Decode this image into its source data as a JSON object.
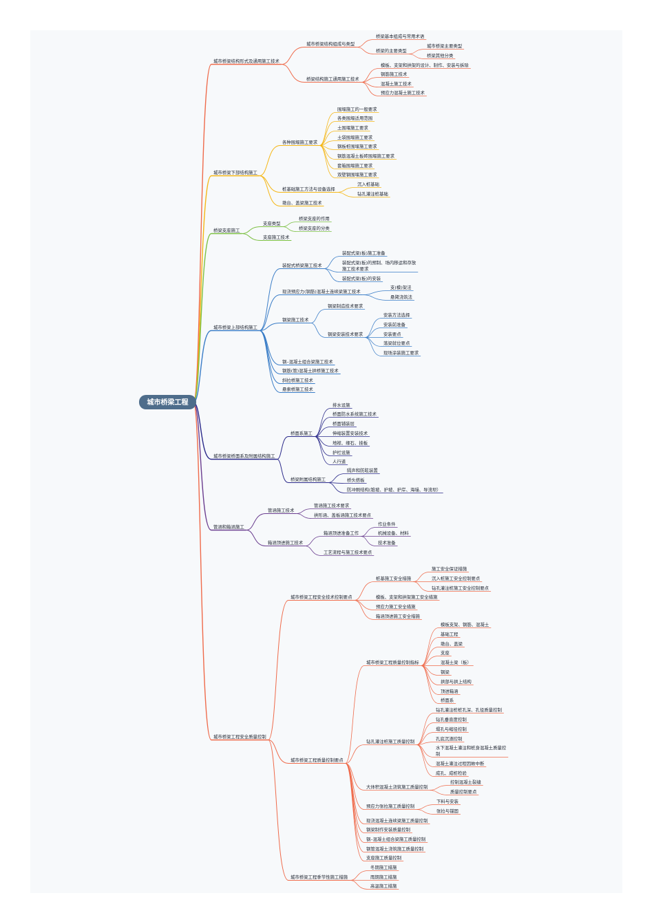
{
  "root": "城市桥梁工程",
  "colors": {
    "root_bg": "#4e6d8b",
    "branches": [
      "#ef6a4a",
      "#f5b614",
      "#7cc043",
      "#3a7dc7",
      "#2b2a8a",
      "#6a3d8f",
      "#ef6a4a"
    ]
  },
  "branches": [
    {
      "label": "城市桥梁结构形式及通用施工技术",
      "children": [
        {
          "label": "城市桥梁结构组成与类型",
          "children": [
            {
              "label": "桥梁基本组成与常用术语"
            },
            {
              "label": "桥梁的主要类型",
              "children": [
                {
                  "label": "城市桥梁主要类型"
                },
                {
                  "label": "桥梁其他分类"
                }
              ]
            }
          ]
        },
        {
          "label": "桥梁结构施工通用施工技术",
          "children": [
            {
              "label": "模板、支架和拱架的设计、制作、安装与拆除"
            },
            {
              "label": "钢筋施工技术"
            },
            {
              "label": "混凝土施工技术"
            },
            {
              "label": "预应力混凝土施工技术"
            }
          ]
        }
      ]
    },
    {
      "label": "城市桥梁下部结构施工",
      "children": [
        {
          "label": "各种围堰施工要求",
          "children": [
            {
              "label": "围堰施工的一般要求"
            },
            {
              "label": "各类围堰适用范围"
            },
            {
              "label": "土围堰施工要求"
            },
            {
              "label": "土袋围堰施工要求"
            },
            {
              "label": "钢板桩围堰施工要求"
            },
            {
              "label": "钢筋混凝土板砖围堰施工要求"
            },
            {
              "label": "套箱围堰施工要求"
            },
            {
              "label": "双壁钢围堰施工要求"
            }
          ]
        },
        {
          "label": "桩基础施工方法与设备选择",
          "children": [
            {
              "label": "沉入桩基础"
            },
            {
              "label": "钻孔灌注桩基础"
            }
          ]
        },
        {
          "label": "墩台、盖梁施工技术"
        }
      ]
    },
    {
      "label": "桥梁支座施工",
      "children": [
        {
          "label": "支座类型",
          "children": [
            {
              "label": "桥梁支座的作用"
            },
            {
              "label": "桥梁支座的分类"
            }
          ]
        },
        {
          "label": "支座施工技术"
        }
      ]
    },
    {
      "label": "城市桥梁上部结构施工",
      "children": [
        {
          "label": "装配式桥梁施工技术",
          "children": [
            {
              "label": "装配式梁(板)施工准备"
            },
            {
              "label": "装配式梁(板)的预制、场内移运和存放施工技术要求"
            },
            {
              "label": "装配式梁(板)的安装"
            }
          ]
        },
        {
          "label": "现浇预应力(钢筋)混凝土连续梁施工技术",
          "children": [
            {
              "label": "支(模)架法"
            },
            {
              "label": "悬臂浇筑法"
            }
          ]
        },
        {
          "label": "钢梁施工技术",
          "children": [
            {
              "label": "钢梁制造技术要求"
            },
            {
              "label": "钢梁安装技术要求",
              "children": [
                {
                  "label": "安装方法选择"
                },
                {
                  "label": "安装前准备"
                },
                {
                  "label": "安装要点"
                },
                {
                  "label": "落梁就位要点"
                },
                {
                  "label": "现场涂装施工要求"
                }
              ]
            }
          ]
        },
        {
          "label": "钢–混凝土组合梁施工技术"
        },
        {
          "label": "钢筋(管)混凝土拱桥施工技术"
        },
        {
          "label": "斜拉桥施工技术"
        },
        {
          "label": "悬索桥施工技术"
        }
      ]
    },
    {
      "label": "城市桥梁桥面系及附属结构施工",
      "children": [
        {
          "label": "桥面系施工",
          "children": [
            {
              "label": "排水设施"
            },
            {
              "label": "桥面防水系统施工技术"
            },
            {
              "label": "桥面铺装层"
            },
            {
              "label": "伸缩装置安装技术"
            },
            {
              "label": "地袱、缘石、挂板"
            },
            {
              "label": "护栏设施"
            },
            {
              "label": "人行道"
            }
          ]
        },
        {
          "label": "桥梁附属结构施工",
          "children": [
            {
              "label": "隔声和防眩装置"
            },
            {
              "label": "桥头搭板"
            },
            {
              "label": "防冲刷结构(锥坡、护坡、护岸、海墁、导流坝）"
            }
          ]
        }
      ]
    },
    {
      "label": "管涵和箱涵施工",
      "children": [
        {
          "label": "管涵施工技术",
          "children": [
            {
              "label": "管涵施工技术要求"
            },
            {
              "label": "拱形涵、盖板涵施工技术要点"
            }
          ]
        },
        {
          "label": "箱涵顶进施工技术",
          "children": [
            {
              "label": "箱涵顶进准备工作",
              "children": [
                {
                  "label": "作业条件"
                },
                {
                  "label": "机械设备、材料"
                },
                {
                  "label": "技术准备"
                }
              ]
            },
            {
              "label": "工艺流程与施工技术要点"
            }
          ]
        }
      ]
    },
    {
      "label": "城市桥梁工程安全质量控制",
      "children": [
        {
          "label": "城市桥梁工程安全技术控制要点",
          "children": [
            {
              "label": "桩基施工安全措施",
              "children": [
                {
                  "label": "施工安全保证措施"
                },
                {
                  "label": "沉入桩施工安全控制要点"
                },
                {
                  "label": "钻孔灌注桩施工安全控制要点"
                }
              ]
            },
            {
              "label": "模板、支架和拱架施工安全措施"
            },
            {
              "label": "预应力施工安全措施"
            },
            {
              "label": "箱涵顶进施工安全措施"
            }
          ]
        },
        {
          "label": "城市桥梁工程质量控制要点",
          "children": [
            {
              "label": "城市桥梁工程质量控制指标",
              "children": [
                {
                  "label": "模板支架、钢筋、混凝土"
                },
                {
                  "label": "基础工程"
                },
                {
                  "label": "墩台、盖梁"
                },
                {
                  "label": "支座"
                },
                {
                  "label": "混凝土梁（板）"
                },
                {
                  "label": "钢梁"
                },
                {
                  "label": "拱部与拱上结构"
                },
                {
                  "label": "顶进箱涵"
                },
                {
                  "label": "桥面系"
                }
              ]
            },
            {
              "label": "钻孔灌注桩施工质量控制",
              "children": [
                {
                  "label": "钻孔灌注桩桩孔深、孔径质量控制"
                },
                {
                  "label": "钻孔垂直度控制"
                },
                {
                  "label": "塌孔与缩径控制"
                },
                {
                  "label": "孔底沉渣控制"
                },
                {
                  "label": "水下混凝土灌注和桩身混凝土质量控制"
                },
                {
                  "label": "混凝土灌注过程因故中断"
                },
                {
                  "label": "成孔、成桩检验"
                }
              ]
            },
            {
              "label": "大体积混凝土浇筑施工质量控制",
              "children": [
                {
                  "label": "控制混凝土裂缝"
                },
                {
                  "label": "质量控制要点"
                }
              ]
            },
            {
              "label": "预应力张拉施工质量控制",
              "children": [
                {
                  "label": "下料与安装"
                },
                {
                  "label": "张拉与锚固"
                }
              ]
            },
            {
              "label": "现浇混凝土连续梁施工质量控制"
            },
            {
              "label": "钢梁制作安装质量控制"
            },
            {
              "label": "钢–混凝土组合梁施工质量控制"
            },
            {
              "label": "钢管混凝土浇筑施工质量控制"
            },
            {
              "label": "支座施工质量控制"
            }
          ]
        },
        {
          "label": "城市桥梁工程季节性施工措施",
          "children": [
            {
              "label": "冬期施工措施"
            },
            {
              "label": "雨期施工措施"
            },
            {
              "label": "高温施工措施"
            }
          ]
        }
      ]
    }
  ]
}
